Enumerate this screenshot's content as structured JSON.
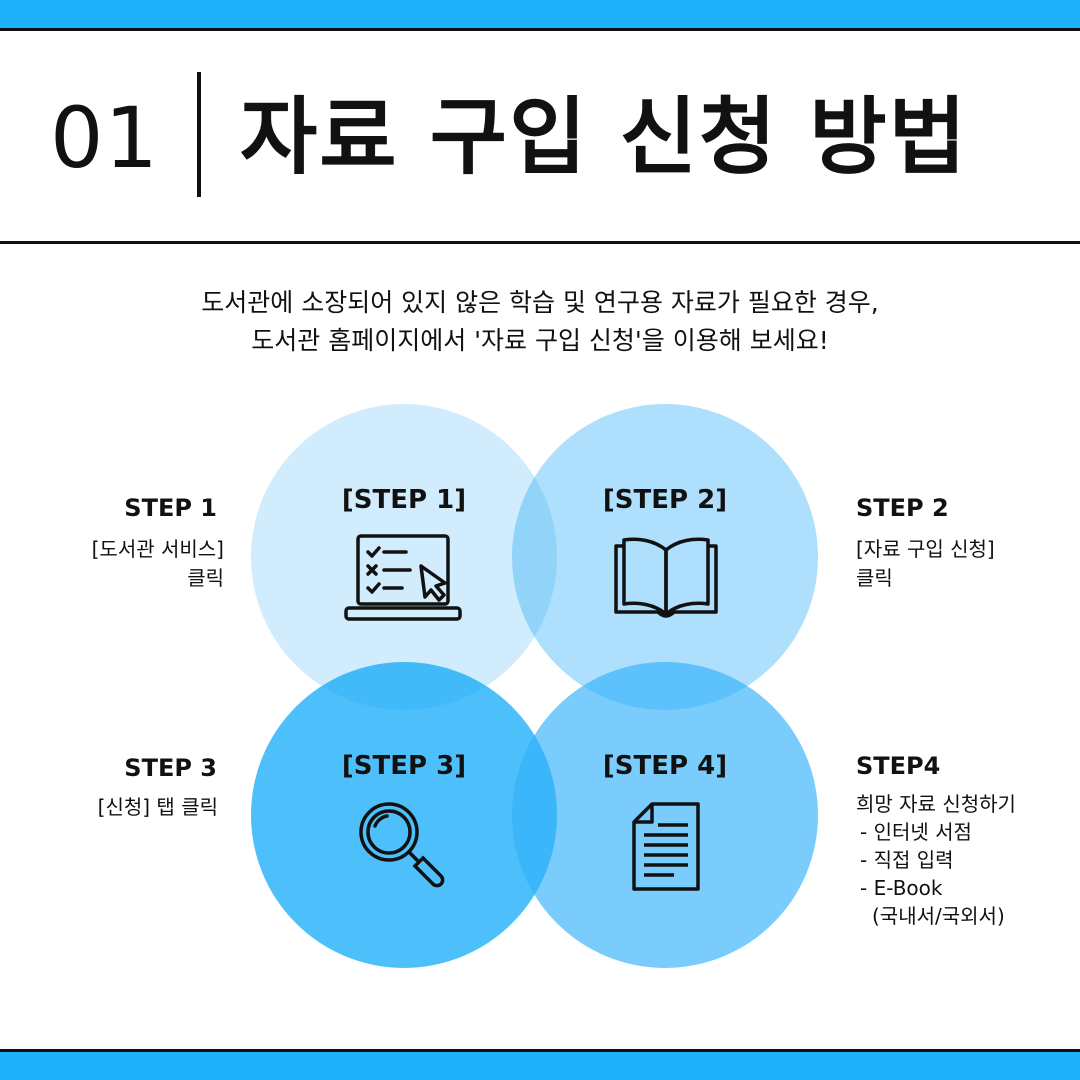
{
  "header": {
    "number": "01",
    "title": "자료 구입 신청 방법"
  },
  "intro": {
    "line1": "도서관에 소장되어 있지 않은 학습 및 연구용 자료가 필요한 경우,",
    "line2": "도서관 홈페이지에서 '자료 구입 신청'을 이용해 보세요!"
  },
  "circles": [
    {
      "label": "[STEP 1]",
      "icon": "laptop-checklist-icon"
    },
    {
      "label": "[STEP 2]",
      "icon": "open-book-icon"
    },
    {
      "label": "[STEP 3]",
      "icon": "magnifier-icon"
    },
    {
      "label": "[STEP 4]",
      "icon": "document-icon"
    }
  ],
  "steps": {
    "step1": {
      "title": "STEP 1",
      "lines": [
        "[도서관 서비스]",
        "클릭"
      ]
    },
    "step2": {
      "title": "STEP 2",
      "lines": [
        "[자료 구입 신청]",
        "클릭"
      ]
    },
    "step3": {
      "title": "STEP 3",
      "lines": [
        "[신청] 탭 클릭"
      ]
    },
    "step4": {
      "title": "STEP4",
      "lines": [
        "희망 자료 신청하기",
        "- 인터넷 서점",
        "- 직접 입력",
        "- E-Book",
        "(국내서/국외서)"
      ]
    }
  },
  "colors": {
    "accent": "#1fb0fb",
    "circle_light": "#d4effc",
    "circle_mid": "#a3dcfb",
    "circle_dark": "#4bc2fc"
  }
}
